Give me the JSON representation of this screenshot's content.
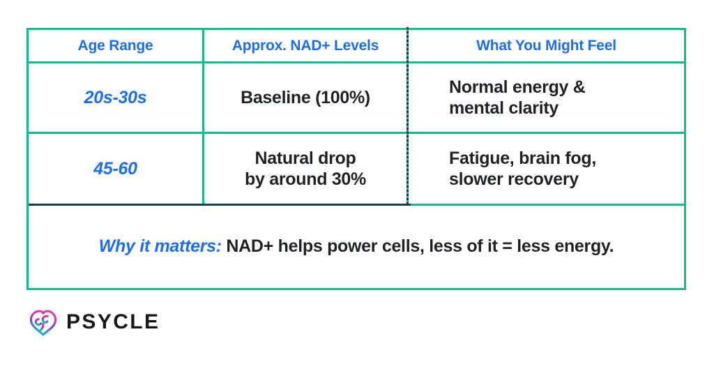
{
  "colors": {
    "border_teal": "#0FBD8C",
    "accent_blue": "#1B6EF3",
    "body_dark": "#1E2227",
    "background": "#ffffff",
    "logo_gradient_start": "#E0399B",
    "logo_gradient_mid": "#8B3FD6",
    "logo_gradient_end": "#17BFA6"
  },
  "table": {
    "headers": [
      "Age Range",
      "Approx. NAD+ Levels",
      "What You Might Feel"
    ],
    "rows": [
      {
        "age_range": "20s-30s",
        "nad_levels": [
          "Baseline (100%)"
        ],
        "feel": [
          "Normal energy &",
          "mental clarity"
        ]
      },
      {
        "age_range": "45-60",
        "nad_levels": [
          "Natural drop",
          "by around 30%"
        ],
        "feel": [
          "Fatigue, brain fog,",
          "slower recovery"
        ]
      }
    ],
    "footer": {
      "lead": "Why it matters:",
      "text": "NAD+ helps power cells, less of it = less energy."
    }
  },
  "brand": {
    "icon": "brain-logo-icon",
    "wordmark": "PSYCLE"
  }
}
